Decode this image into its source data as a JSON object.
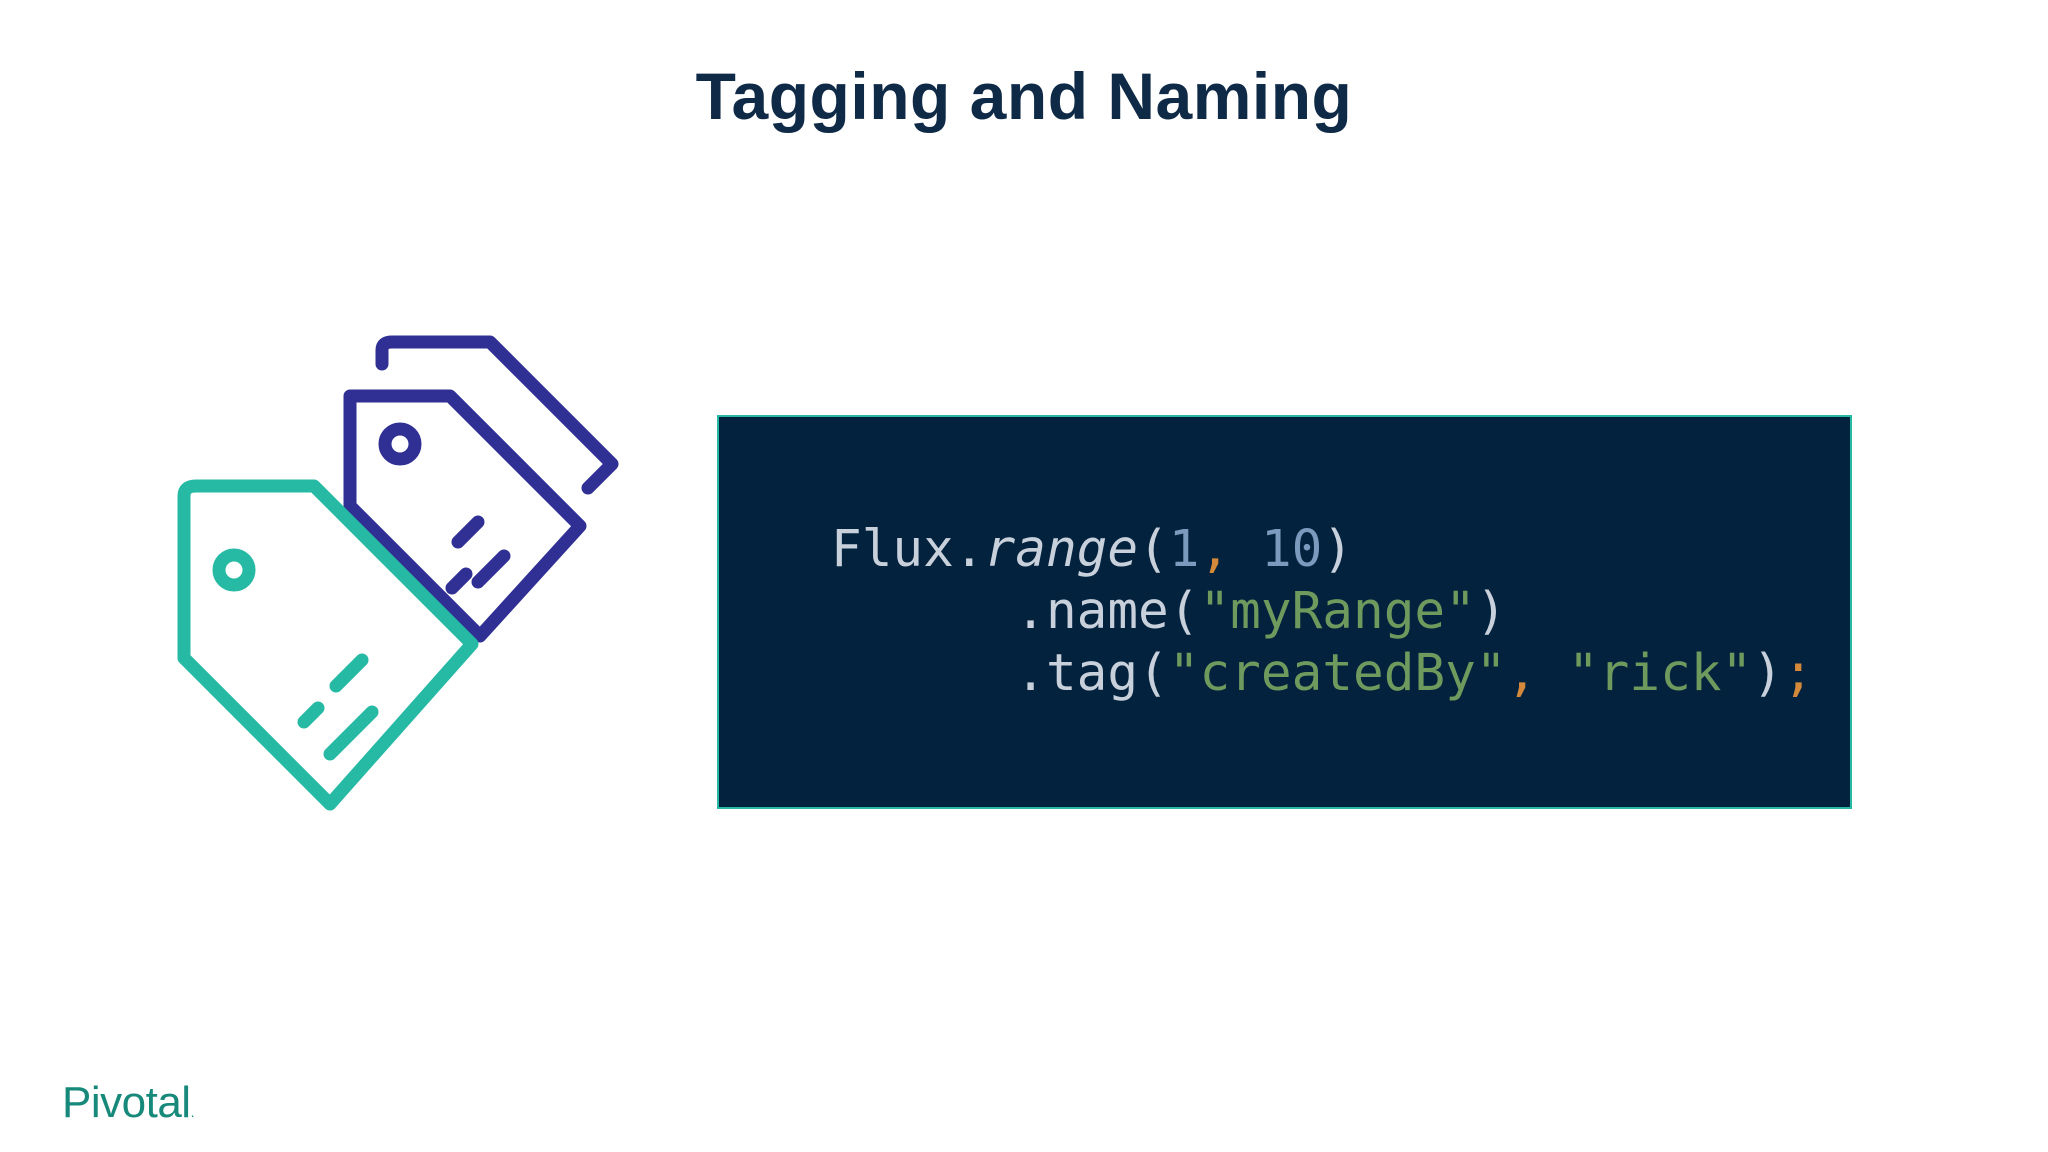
{
  "slide": {
    "title": "Tagging and Naming",
    "logo_text": "Pivotal",
    "logo_mark": "."
  },
  "illustration": {
    "icon": "price-tags-icon",
    "colors": {
      "back_tags": "#2f2f94",
      "front_tag": "#26b9a4"
    }
  },
  "code": {
    "colors": {
      "panel_background": "#03223d",
      "panel_border": "#26b9a4",
      "text": "#c8d0dc",
      "number": "#7a9bbd",
      "string": "#6e9a5e",
      "punctuation_accent": "#d48a3a"
    },
    "line1": {
      "receiver": "Flux",
      "dot": ".",
      "method": "range",
      "open_paren": "(",
      "arg1": "1",
      "comma": ",",
      "space": " ",
      "arg2": "10",
      "close_paren": ")"
    },
    "line2": {
      "indent": "      ",
      "method": ".name(",
      "arg": "\"myRange\"",
      "close_paren": ")"
    },
    "line3": {
      "indent": "      ",
      "method": ".tag(",
      "arg1": "\"createdBy\"",
      "comma": ",",
      "space": " ",
      "arg2": "\"rick\"",
      "close_paren": ")",
      "semicolon": ";"
    }
  }
}
